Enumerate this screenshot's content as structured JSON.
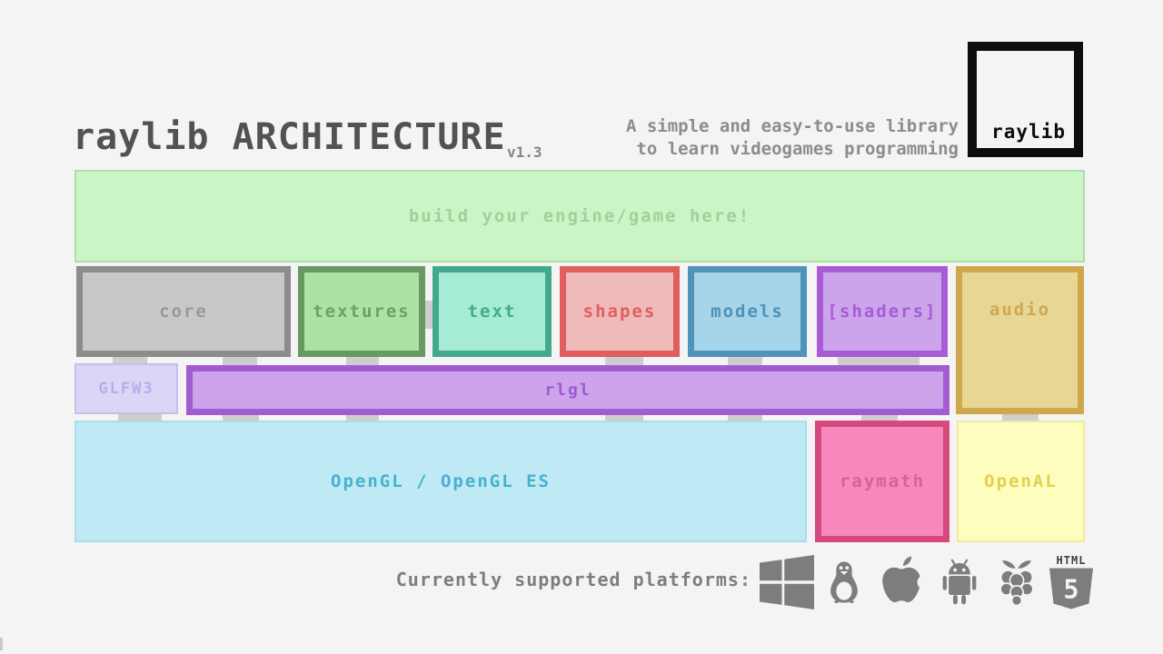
{
  "header": {
    "title": "raylib ARCHITECTURE",
    "version": "v1.3",
    "tagline_line1": "A simple and easy-to-use library",
    "tagline_line2": "to learn videogames programming",
    "logo_text": "raylib"
  },
  "diagram": {
    "banner": {
      "label": "build your engine/game here!",
      "fill": "#ccf5c7",
      "border": "#abdfa5",
      "text_color": "#9cd39a"
    },
    "modules": [
      {
        "id": "core",
        "label": "core",
        "fill": "#c8c8c8",
        "border": "#8c8c8c",
        "text_color": "#999999"
      },
      {
        "id": "textures",
        "label": "textures",
        "fill": "#ace3a2",
        "border": "#679a60",
        "text_color": "#6ba265"
      },
      {
        "id": "text",
        "label": "text",
        "fill": "#a6ebd4",
        "border": "#42a98d",
        "text_color": "#45aa8e"
      },
      {
        "id": "shapes",
        "label": "shapes",
        "fill": "#efbaba",
        "border": "#e05e5e",
        "text_color": "#e05e5e"
      },
      {
        "id": "models",
        "label": "models",
        "fill": "#a6d4e8",
        "border": "#4e93ba",
        "text_color": "#4e93ba"
      },
      {
        "id": "shaders",
        "label": "[shaders]",
        "fill": "#cba4ec",
        "border": "#a85cd4",
        "text_color": "#a85cd4"
      },
      {
        "id": "audio",
        "label": "audio",
        "fill": "#e8d694",
        "border": "#cfa84e",
        "text_color": "#cfa84e"
      }
    ],
    "middle": {
      "glfw3": {
        "label": "GLFW3",
        "fill": "#dbd6f6",
        "border": "#c5beee",
        "text_color": "#b6aeec"
      },
      "rlgl": {
        "label": "rlgl",
        "fill": "#cda4ec",
        "border": "#a35bd1",
        "text_color": "#a05ad0"
      }
    },
    "bottom": {
      "opengl": {
        "label": "OpenGL / OpenGL ES",
        "fill": "#c0e9f6",
        "border": "#abdcec",
        "text_color": "#45b2cd"
      },
      "raymath": {
        "label": "raymath",
        "fill": "#f888bb",
        "border": "#d6487e",
        "text_color": "#d4639b"
      },
      "openal": {
        "label": "OpenAL",
        "fill": "#fdfdbe",
        "border": "#ececa0",
        "text_color": "#e2d14b"
      }
    },
    "connector_color": "#cecece"
  },
  "platforms": {
    "label": "Currently supported platforms:",
    "icon_color": "#7d7d7d",
    "icons": [
      "windows",
      "linux",
      "apple",
      "android",
      "raspberry-pi",
      "html5"
    ],
    "html5_text": "HTML",
    "html5_number": "5"
  }
}
